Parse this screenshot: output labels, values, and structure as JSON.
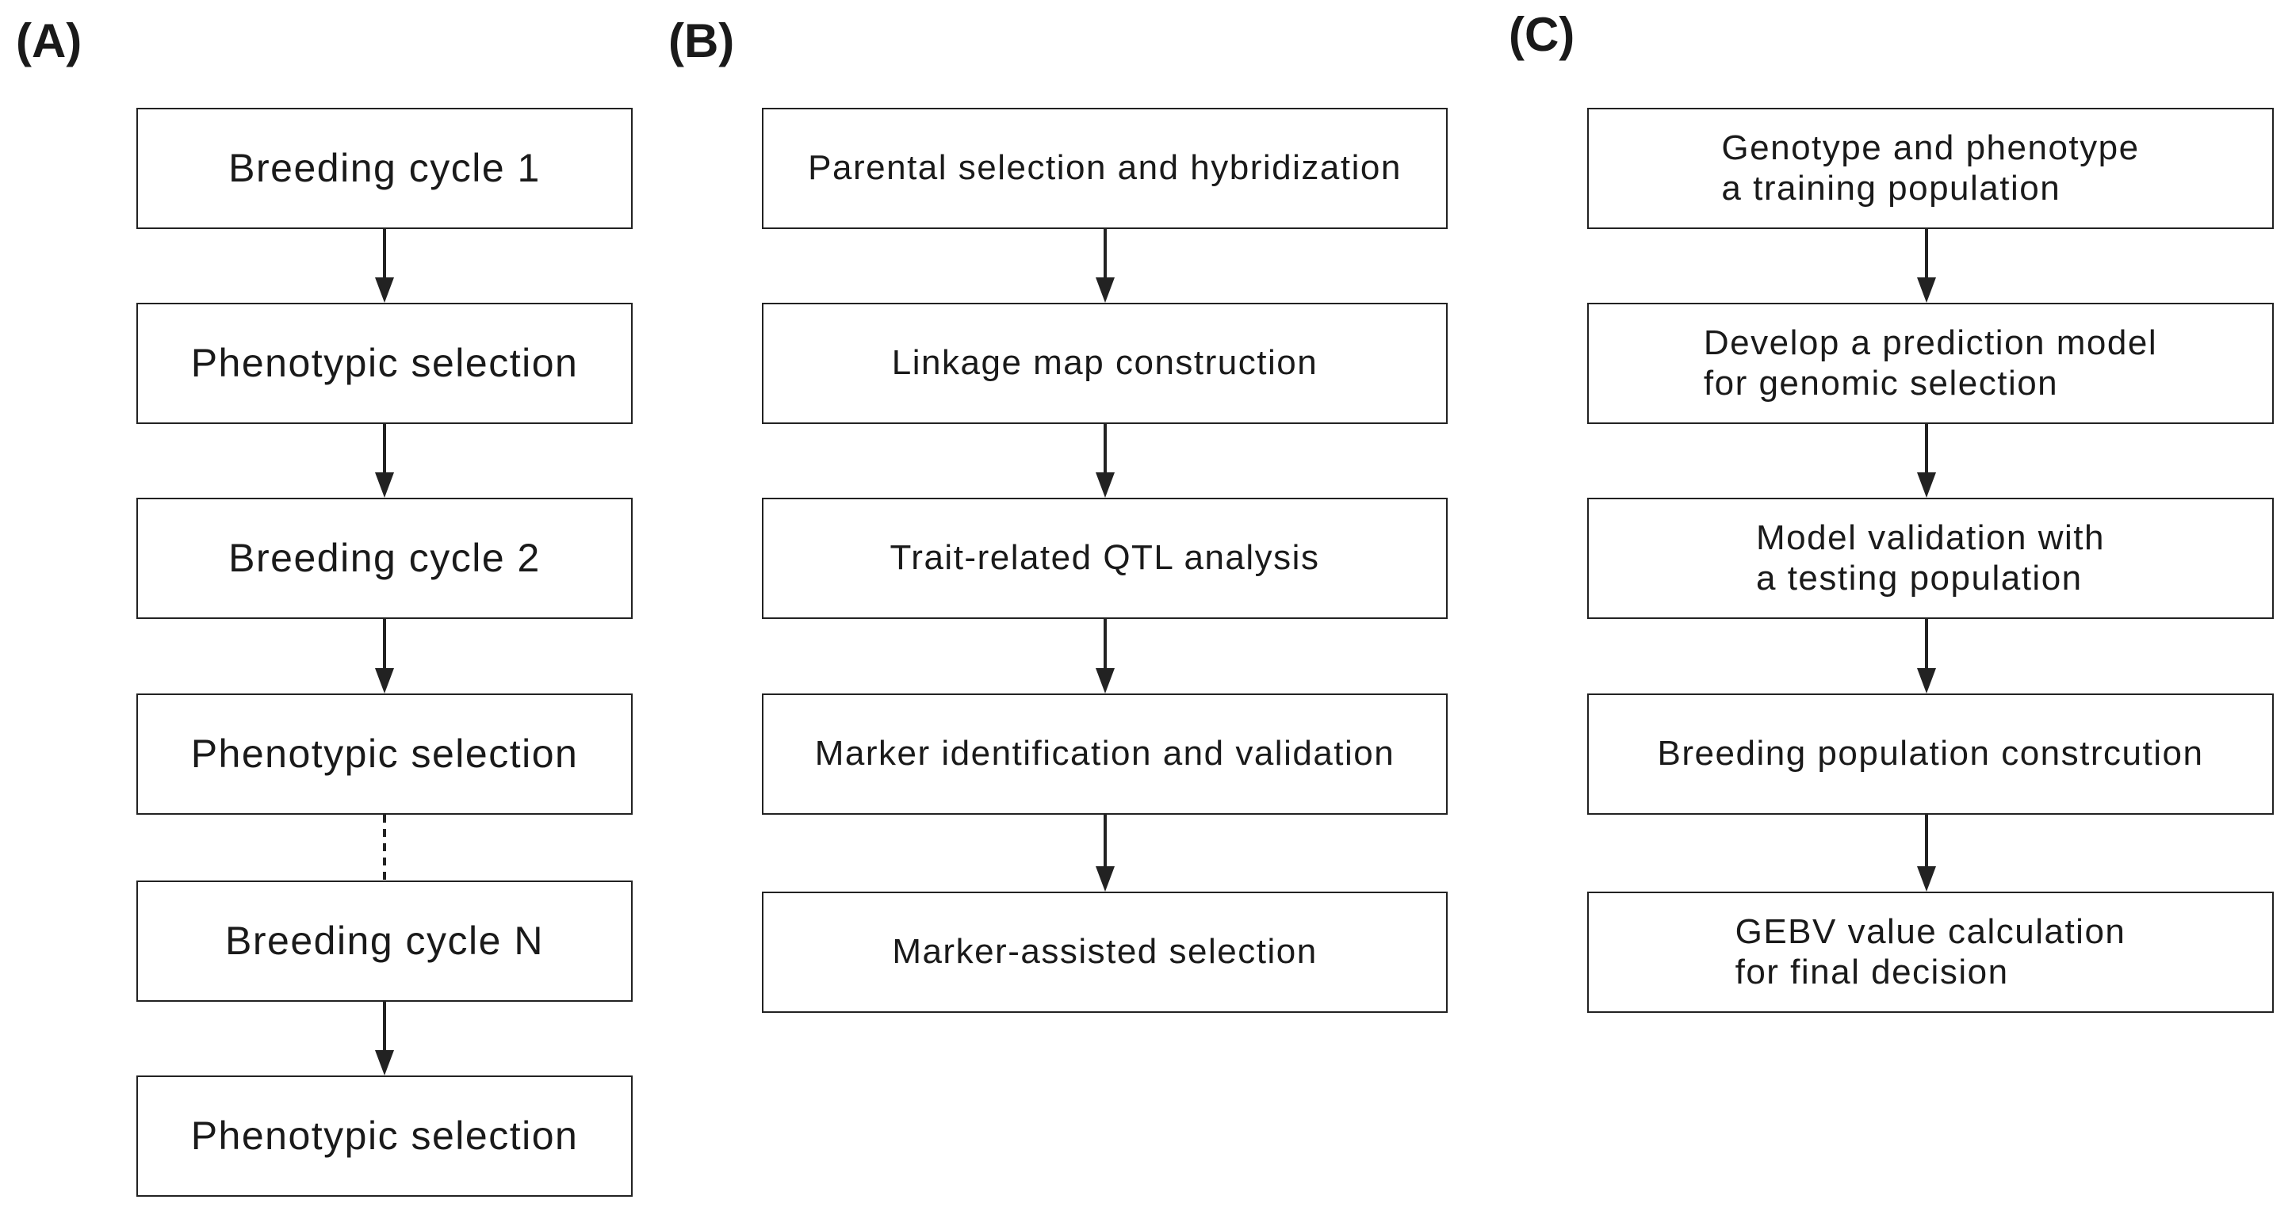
{
  "panels": [
    {
      "label": "(A)",
      "steps": [
        "Breeding  cycle 1",
        "Phenotypic selection",
        "Breeding  cycle 2",
        "Phenotypic selection",
        "Breeding  cycle N",
        "Phenotypic selection"
      ]
    },
    {
      "label": "(B)",
      "steps": [
        "Parental selection and hybridization",
        "Linkage map construction",
        "Trait-related QTL analysis",
        "Marker identification and validation",
        "Marker-assisted selection"
      ]
    },
    {
      "label": "(C)",
      "steps": [
        "Genotype and phenotype\na training population",
        "Develop a prediction model\nfor genomic selection",
        "Model validation with\na testing population",
        "Breeding population constrcution",
        "GEBV value calculation\nfor final decision"
      ]
    }
  ]
}
